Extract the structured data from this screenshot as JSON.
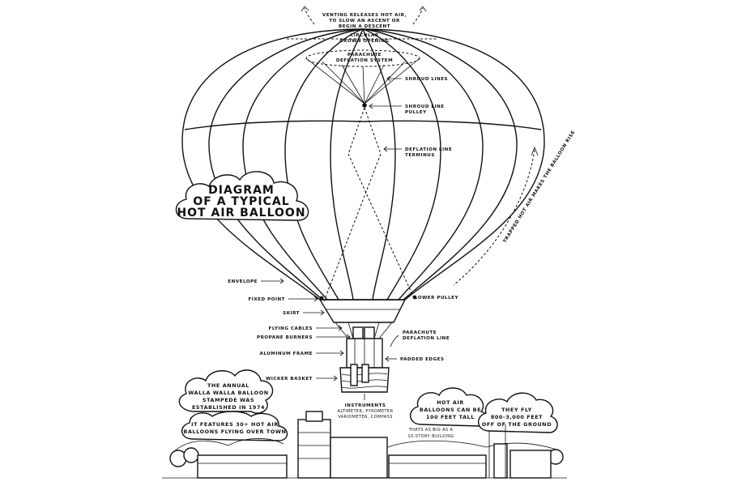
{
  "title": {
    "line1": "DIAGRAM",
    "line2": "OF A TYPICAL",
    "line3": "HOT AIR BALLOON"
  },
  "labels": {
    "venting": [
      "VENTING RELEASES HOT AIR,",
      "TO SLOW AN ASCENT OR",
      "BEGIN A DESCENT"
    ],
    "crown": [
      "CIRCULAR",
      "CROWN OPENING"
    ],
    "parachute_system": [
      "PARACHUTE",
      "DEFLATION SYSTEM"
    ],
    "shroud_lines": "SHROUD LINES",
    "shroud_pulley": [
      "SHROUD LINE",
      "PULLEY"
    ],
    "deflation_terminus": [
      "DEFLATION LINE",
      "TERMINUS"
    ],
    "trapped_air": "TRAPPED HOT AIR MAKES THE BALLOON RISE",
    "envelope": "ENVELOPE",
    "fixed_point": "FIXED POINT",
    "skirt": "SKIRT",
    "lower_pulley": "LOWER PULLEY",
    "flying_cables": "FLYING CABLES",
    "propane_burners": "PROPANE BURNERS",
    "parachute_line": [
      "PARACHUTE",
      "DEFLATION LINE"
    ],
    "aluminum_frame": "ALUMINUM FRAME",
    "padded_edges": "PADDED EDGES",
    "wicker_basket": "WICKER BASKET",
    "instruments": [
      "INSTRUMENTS",
      "ALTIMETER, PYROMETER",
      "VARIOMETER, COMPASS"
    ]
  },
  "facts": {
    "stampede": [
      "THE ANNUAL",
      "WALLA WALLA BALLOON",
      "STAMPEDE WAS",
      "ESTABLISHED IN 1974"
    ],
    "features": [
      "IT FEATURES 30+ HOT AIR",
      "BALLOONS FLYING OVER TOWN"
    ],
    "tall": [
      "HOT AIR",
      "BALLOONS CAN BE",
      "100 FEET TALL"
    ],
    "story": [
      "THATS AS BIG AS A",
      "10-STORY BUILDING"
    ],
    "fly": [
      "THEY FLY",
      "800-3,000 FEET",
      "OFF OF THE GROUND"
    ]
  }
}
